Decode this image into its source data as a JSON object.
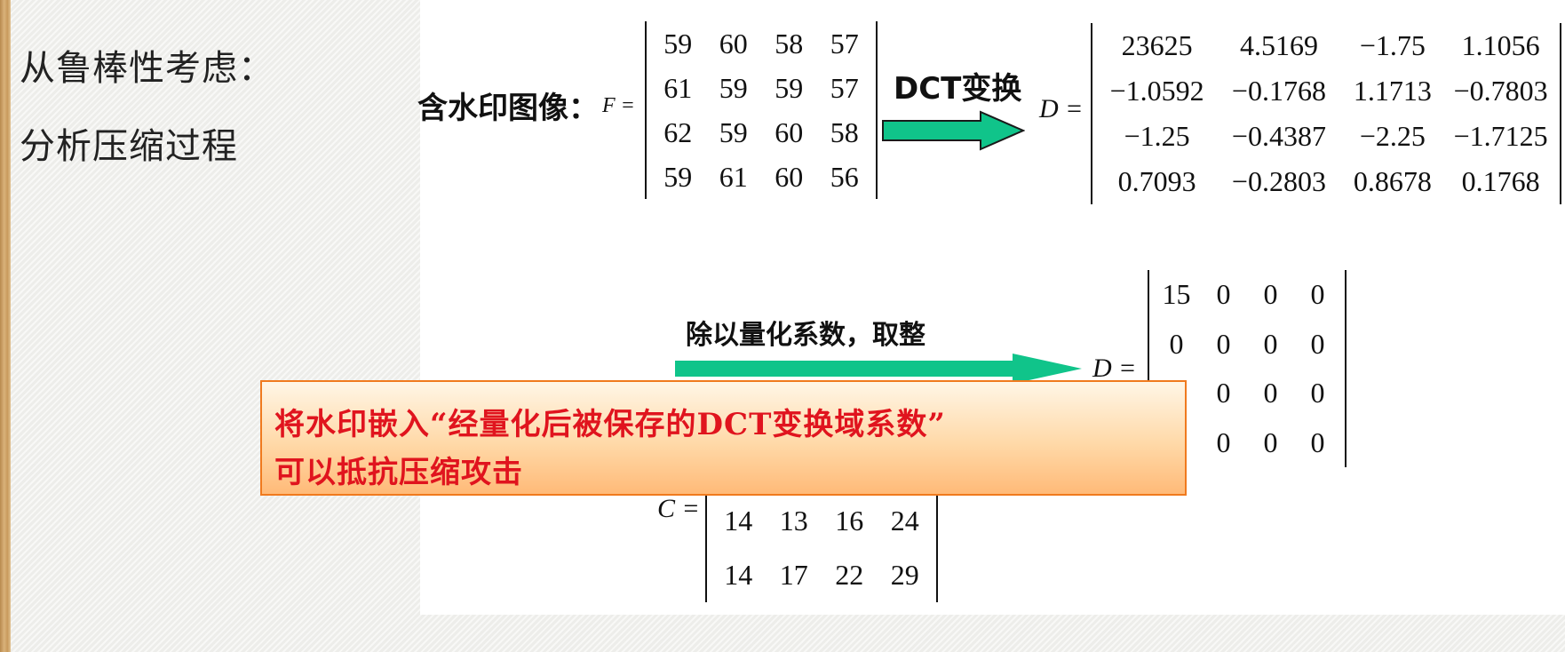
{
  "side": {
    "line1": "从鲁棒性考虑：",
    "line2": "分析压缩过程"
  },
  "top_equation": {
    "label": "含水印图像：",
    "var_f": "F =",
    "matrix_f": [
      [
        "59",
        "60",
        "58",
        "57"
      ],
      [
        "61",
        "59",
        "59",
        "57"
      ],
      [
        "62",
        "59",
        "60",
        "58"
      ],
      [
        "59",
        "61",
        "60",
        "56"
      ]
    ],
    "arrow_label": "DCT变换",
    "var_d": "D =",
    "matrix_d": [
      [
        "23625",
        "4.5169",
        "−1.75",
        "1.1056"
      ],
      [
        "−1.0592",
        "−0.1768",
        "1.1713",
        "−0.7803"
      ],
      [
        "−1.25",
        "−0.4387",
        "−2.25",
        "−1.7125"
      ],
      [
        "0.7093",
        "−0.2803",
        "0.8678",
        "0.1768"
      ]
    ]
  },
  "middle_equation": {
    "arrow_label": "除以量化系数，取整",
    "var_d": "D =",
    "matrix_d_visible": [
      [
        "15",
        "0",
        "0",
        "0"
      ],
      [
        "0",
        "0",
        "0",
        "0"
      ],
      [
        "",
        "0",
        "0",
        "0"
      ],
      [
        "",
        "0",
        "0",
        "0"
      ]
    ],
    "var_c": "C =",
    "matrix_c_visible": [
      [
        "14",
        "13",
        "16",
        "24"
      ],
      [
        "14",
        "17",
        "22",
        "29"
      ]
    ]
  },
  "callout": {
    "line1": "将水印嵌入“经量化后被保存的DCT变换域系数”",
    "line2": "可以抵抗压缩攻击"
  },
  "colors": {
    "arrow_fill": "#10c48a",
    "callout_text": "#e0141e",
    "callout_border": "#f07a1e"
  }
}
